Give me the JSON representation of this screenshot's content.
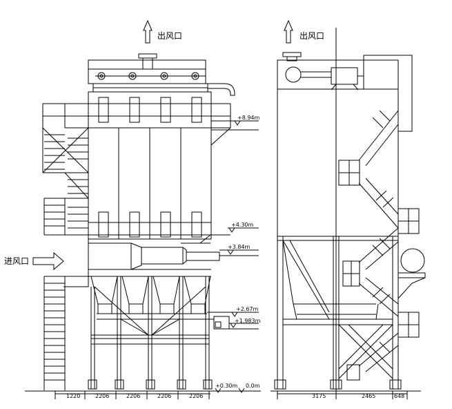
{
  "labels": {
    "outlet_left": "出风口",
    "outlet_right": "出风口",
    "inlet": "进风口"
  },
  "elevations": [
    "+8.94m",
    "+4.30m",
    "+3.84m",
    "+2.67m",
    "+1.983m",
    "+0.30m",
    "0.0m"
  ],
  "dimensions_front": [
    "1220",
    "2206",
    "2206",
    "2206",
    "2206"
  ],
  "dimensions_side": [
    "3175",
    "2465",
    "648"
  ]
}
